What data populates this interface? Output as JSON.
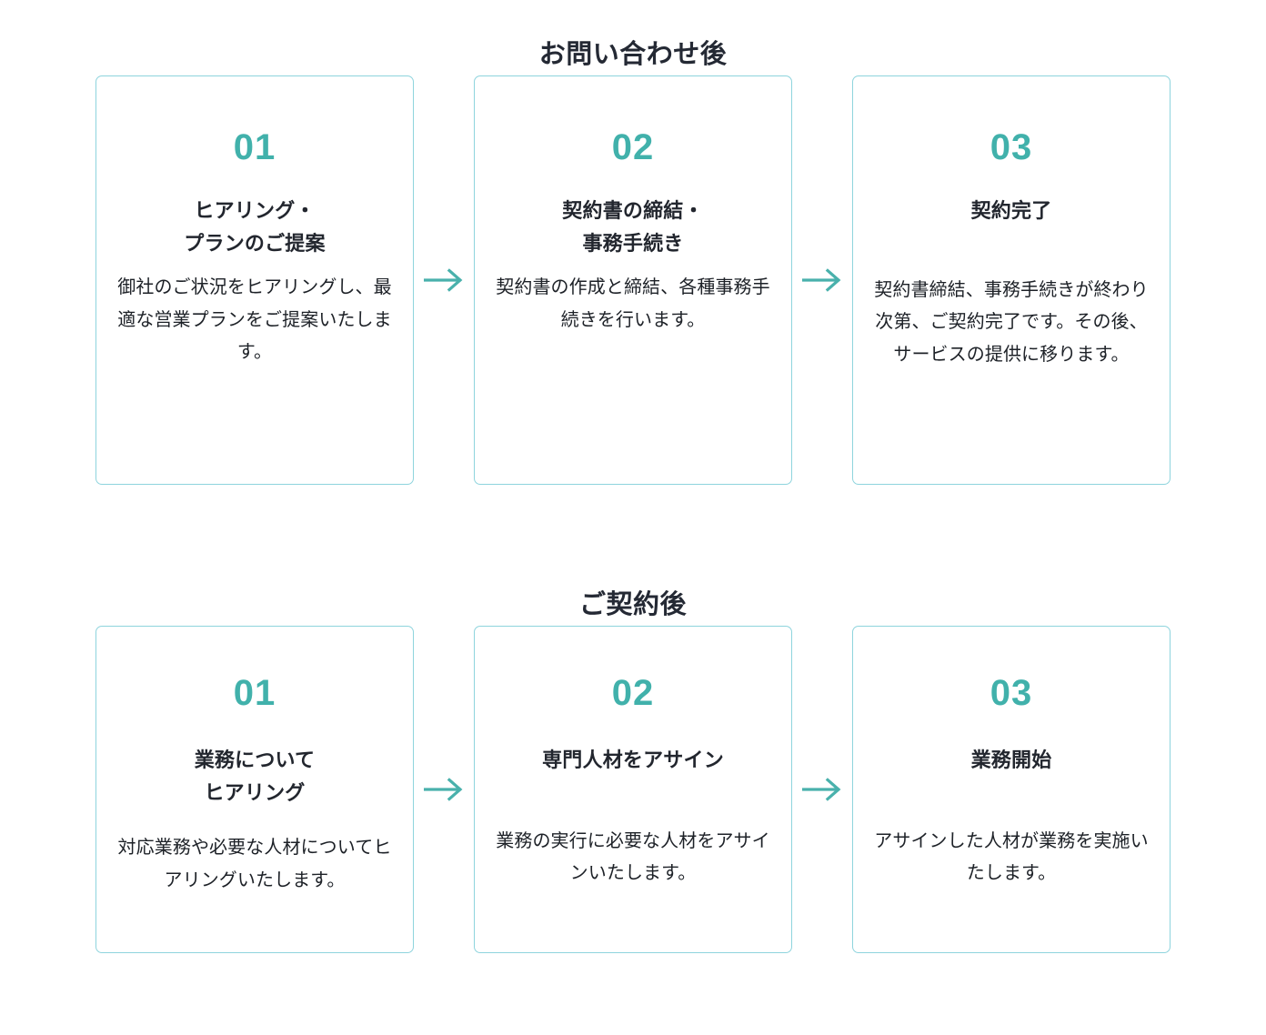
{
  "theme": {
    "accent": "#41b1ab",
    "card_border": "#8ed4dd",
    "heading_color": "#242934",
    "body_color": "#1d2127",
    "background": "#ffffff"
  },
  "sections": [
    {
      "id": "after-inquiry",
      "title": "お問い合わせ後",
      "arrow_icon": "arrow-right-icon",
      "steps": [
        {
          "number": "01",
          "title": "ヒアリング・\nプランのご提案",
          "title_lines": [
            "ヒアリング・",
            "プランのご提案"
          ],
          "description": "御社のご状況をヒアリングし、最適な営業プランをご提案いたします。"
        },
        {
          "number": "02",
          "title": "契約書の締結・\n事務手続き",
          "title_lines": [
            "契約書の締結・",
            "事務手続き"
          ],
          "description": "契約書の作成と締結、各種事務手続きを行います。"
        },
        {
          "number": "03",
          "title": "契約完了",
          "title_lines": [
            "契約完了"
          ],
          "description": "契約書締結、事務手続きが終わり次第、ご契約完了です。その後、サービスの提供に移ります。"
        }
      ]
    },
    {
      "id": "after-contract",
      "title": "ご契約後",
      "arrow_icon": "arrow-right-icon",
      "steps": [
        {
          "number": "01",
          "title": "業務について\nヒアリング",
          "title_lines": [
            "業務について",
            "ヒアリング"
          ],
          "description": "対応業務や必要な人材についてヒアリングいたします。"
        },
        {
          "number": "02",
          "title": "専門人材をアサイン",
          "title_lines": [
            "専門人材をアサイン"
          ],
          "description": "業務の実行に必要な人材をアサインいたします。"
        },
        {
          "number": "03",
          "title": "業務開始",
          "title_lines": [
            "業務開始"
          ],
          "description": "アサインした人材が業務を実施いたします。"
        }
      ]
    }
  ]
}
